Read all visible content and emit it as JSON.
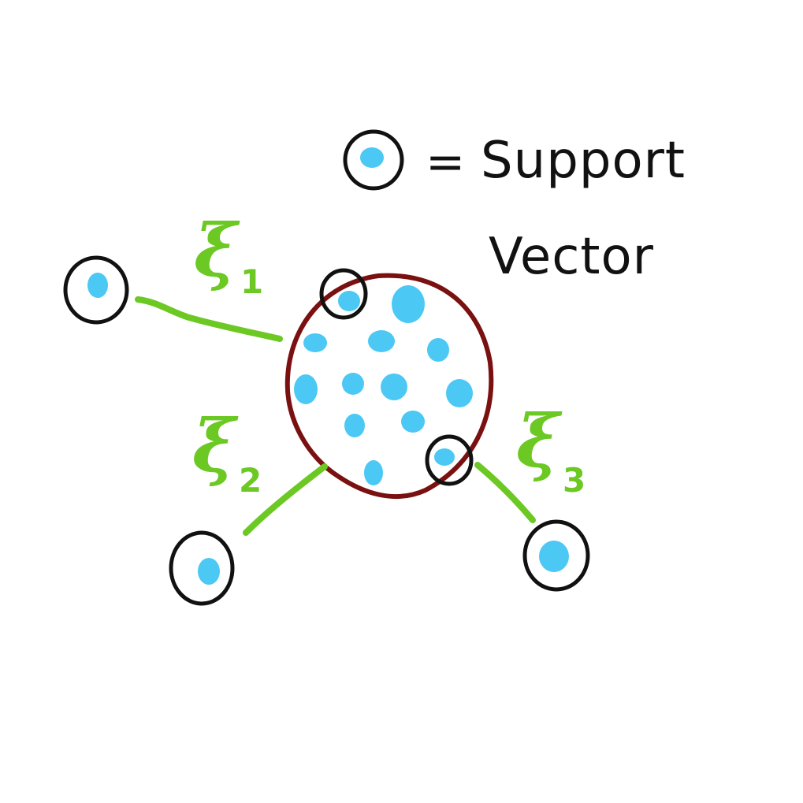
{
  "legend": {
    "equals": "=",
    "label_line1": "Support",
    "label_line2": "Vector"
  },
  "slack_labels": [
    {
      "symbol": "ξ",
      "subscript": "1"
    },
    {
      "symbol": "ξ",
      "subscript": "2"
    },
    {
      "symbol": "ξ",
      "subscript": "3"
    }
  ],
  "colors": {
    "point_fill": "#4cc8f4",
    "outline": "#111111",
    "boundary": "#7a1010",
    "slack": "#6cc823",
    "background": "#ffffff"
  }
}
